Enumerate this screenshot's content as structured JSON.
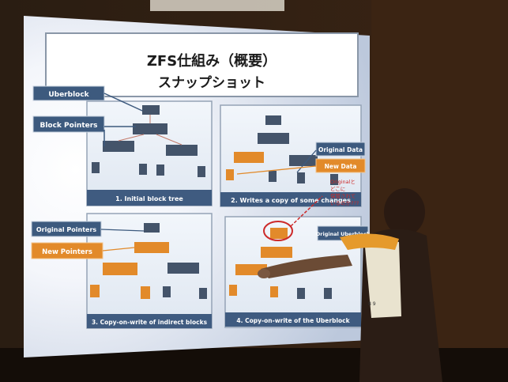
{
  "slide": {
    "title_line1": "ZFS仕組み（概要）",
    "title_line2": "スナップショット"
  },
  "labels": {
    "uberblock": "Uberblock",
    "block_pointers": "Block Pointers",
    "original_data": "Original Data",
    "new_data": "New Data",
    "original_pointers": "Original Pointers",
    "new_pointers": "New Pointers",
    "original_uberblock": "Original Uberblock"
  },
  "panels": {
    "p1": "1. Initial block tree",
    "p2": "2. Writes a copy of some changes",
    "p3": "3. Copy-on-write of indirect blocks",
    "p4": "4. Copy-on-write of the Uberblock"
  },
  "annotation": {
    "line1": "Originalと",
    "line2": "どこに",
    "line3": "保管されて",
    "line4": "いるのか???"
  },
  "badge_text": "8 9",
  "colors": {
    "orange": "#e28a2a",
    "navy_label": "#3d5a7e",
    "annotation_red": "#cc2a2a"
  }
}
